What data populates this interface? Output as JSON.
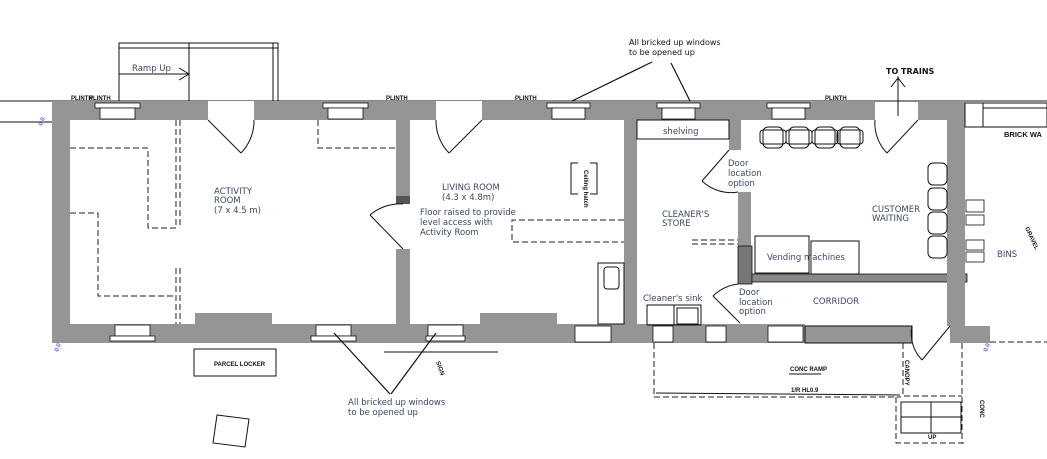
{
  "plan": {
    "ramp_up": "Ramp Up",
    "plinth_labels": [
      "PLINTH",
      "PLINTH",
      "PLINTH",
      "PLINTH",
      "PLINTH"
    ],
    "windows_note_top": [
      "All bricked up windows",
      "to be opened up"
    ],
    "to_trains": "TO TRAINS",
    "brick_wall": "BRICK WA",
    "activity_room": [
      "ACTIVITY",
      "ROOM",
      "(7 x 4.5 m)"
    ],
    "living_room": [
      "LIVING ROOM",
      "(4.3 x 4.8m)"
    ],
    "living_note": [
      "Floor raised to provide",
      "level access with",
      "Activity Room"
    ],
    "ceiling_hatch": "Ceiling hatch",
    "shelving": "shelving",
    "door_option_1": [
      "Door",
      "location",
      "option"
    ],
    "door_option_2": [
      "Door",
      "location",
      "option"
    ],
    "cleaners_store": [
      "CLEANER'S",
      "STORE"
    ],
    "customer_waiting": [
      "CUSTOMER",
      "WAITING"
    ],
    "vending": "Vending machines",
    "bins": "BINS",
    "gravel": "GRAVEL",
    "cleaners_sink": "Cleaner's sink",
    "corridor": "CORRIDOR",
    "parcel_locker": "PARCEL LOCKER",
    "windows_note_bottom": [
      "All bricked up windows",
      "to be opened up"
    ],
    "sign": "SIGN",
    "conc_ramp": "CONC RAMP",
    "handrail": "1/R HL0.9",
    "canopy": "CANOPY",
    "conc": "CONC",
    "up": "UP",
    "level_marks": [
      "0.0",
      "0.0",
      "0.0"
    ]
  }
}
